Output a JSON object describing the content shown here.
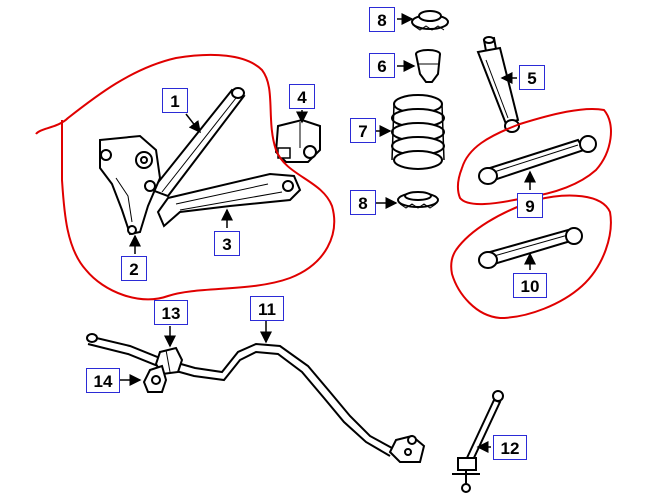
{
  "callouts": {
    "c1": "1",
    "c2": "2",
    "c3": "3",
    "c4": "4",
    "c5": "5",
    "c6": "6",
    "c7": "7",
    "c8a": "8",
    "c8b": "8",
    "c9": "9",
    "c10": "10",
    "c11": "11",
    "c12": "12",
    "c13": "13",
    "c14": "14"
  },
  "colors": {
    "line": "#000000",
    "callout_border": "#2b2bd6",
    "highlight": "#e00000",
    "background": "#ffffff"
  }
}
